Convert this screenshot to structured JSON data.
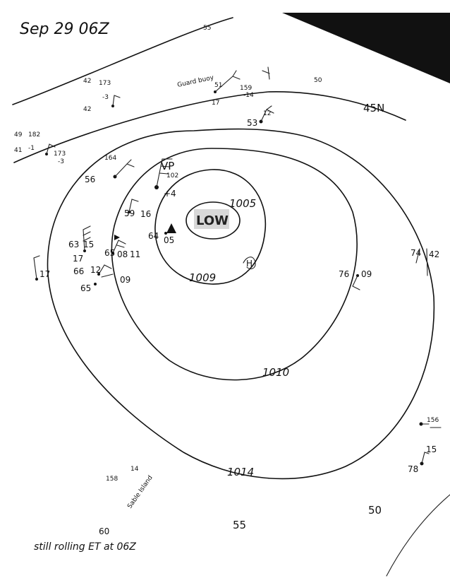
{
  "header": {
    "title": "Sep 29 06Z"
  },
  "footer": {
    "note": "still rolling ET at 06Z"
  },
  "center": {
    "label": "LOW"
  },
  "isobars": [
    {
      "label": "1005"
    },
    {
      "label": "1009"
    },
    {
      "label": "1010"
    },
    {
      "label": "1014"
    }
  ],
  "latitude": {
    "label": "45N"
  },
  "isotherms": {
    "top_55": "55",
    "top_50": "50",
    "bottom_55": "55",
    "bottom_50": "50",
    "bottom_60": "60"
  },
  "annotations": {
    "guard_buoy": "Guard buoy",
    "kp": "VP",
    "kp_value": "102",
    "kp_tend": "+4",
    "ship_a_pres": "05",
    "ship_a_temp": "64",
    "east_ship": "74",
    "east_ship_val": "42",
    "east2_pres": "09",
    "east2_temp": "76",
    "west_far": "17",
    "low_right_a": "156",
    "low_right_b": "78",
    "low_right_c": "15",
    "bottom_text_a": "14",
    "bottom_text_b": "158",
    "bottom_scrawl": "Sable Island"
  },
  "stations": [
    {
      "t": "42",
      "p": "173",
      "x1": "42",
      "x2": "-3"
    },
    {
      "t": "51",
      "p": "159",
      "x1": "17",
      "x2": "-14"
    },
    {
      "t": "53",
      "p": "12",
      "x1": "",
      "x2": ""
    },
    {
      "t": "49",
      "p": "182",
      "x1": "41",
      "x2": "-1"
    },
    {
      "t": "",
      "p": "173",
      "x1": "",
      "x2": "-3"
    },
    {
      "t": "56",
      "p": "164",
      "x1": "",
      "x2": ""
    },
    {
      "t": "59",
      "p": "16",
      "x1": "",
      "x2": ""
    },
    {
      "t": "63",
      "p": "15",
      "x1": "17",
      "x2": ""
    },
    {
      "t": "65",
      "p": "08",
      "x1": "11",
      "x2": ""
    },
    {
      "t": "66",
      "p": "12",
      "x1": "",
      "x2": ""
    },
    {
      "t": "65",
      "p": "09",
      "x1": "",
      "x2": ""
    }
  ]
}
